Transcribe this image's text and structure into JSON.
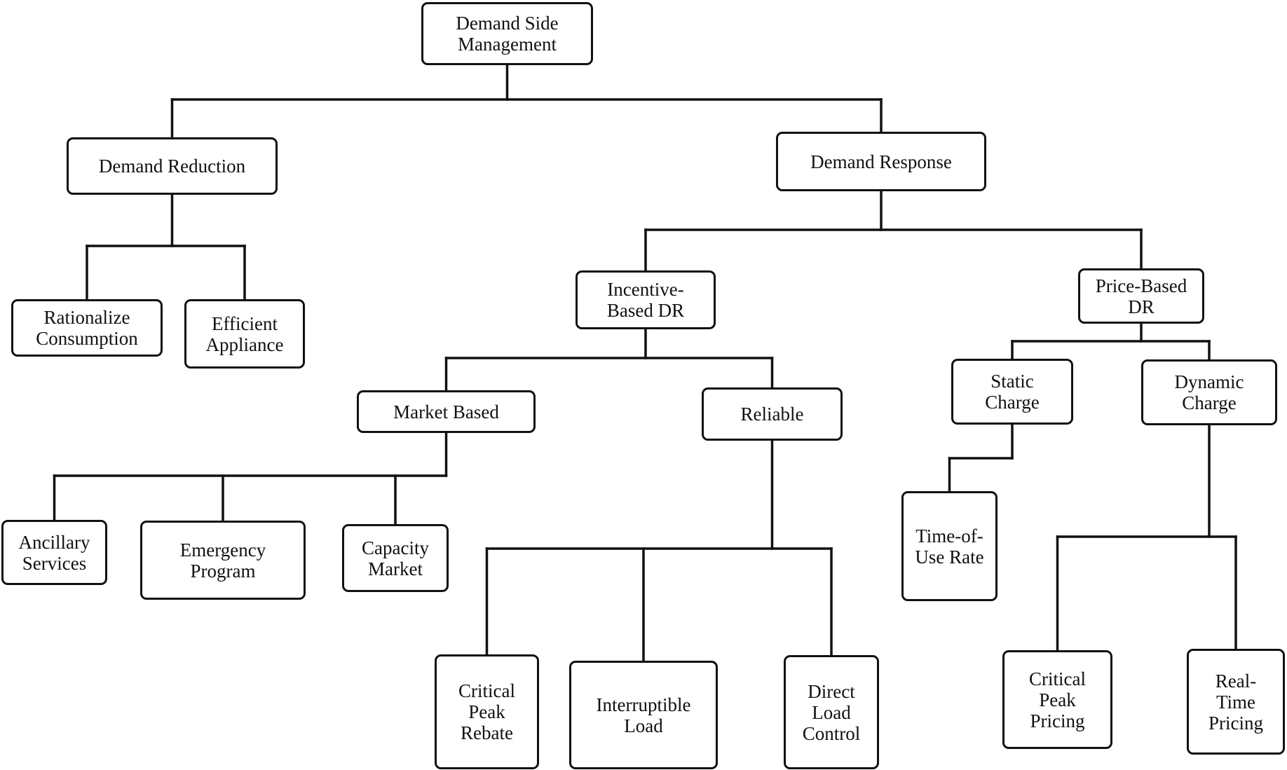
{
  "diagram": {
    "nodes": {
      "demand_side_management": "Demand Side\nManagement",
      "demand_reduction": "Demand Reduction",
      "demand_response": "Demand Response",
      "rationalize_consumption": "Rationalize\nConsumption",
      "efficient_appliance": "Efficient\nAppliance",
      "incentive_based_dr": "Incentive-\nBased DR",
      "price_based_dr": "Price-Based\nDR",
      "market_based": "Market Based",
      "reliable": "Reliable",
      "static_charge": "Static\nCharge",
      "dynamic_charge": "Dynamic\nCharge",
      "ancillary_services": "Ancillary\nServices",
      "emergency_program": "Emergency\nProgram",
      "capacity_market": "Capacity\nMarket",
      "time_of_use_rate": "Time-of-\nUse Rate",
      "critical_peak_rebate": "Critical\nPeak\nRebate",
      "interruptible_load": "Interruptible\nLoad",
      "direct_load_control": "Direct\nLoad\nControl",
      "critical_peak_pricing": "Critical\nPeak\nPricing",
      "real_time_pricing": "Real-\nTime\nPricing"
    },
    "edges": [
      [
        "demand_side_management",
        "demand_reduction"
      ],
      [
        "demand_side_management",
        "demand_response"
      ],
      [
        "demand_reduction",
        "rationalize_consumption"
      ],
      [
        "demand_reduction",
        "efficient_appliance"
      ],
      [
        "demand_response",
        "incentive_based_dr"
      ],
      [
        "demand_response",
        "price_based_dr"
      ],
      [
        "incentive_based_dr",
        "market_based"
      ],
      [
        "incentive_based_dr",
        "reliable"
      ],
      [
        "market_based",
        "ancillary_services"
      ],
      [
        "market_based",
        "emergency_program"
      ],
      [
        "market_based",
        "capacity_market"
      ],
      [
        "reliable",
        "critical_peak_rebate"
      ],
      [
        "reliable",
        "interruptible_load"
      ],
      [
        "reliable",
        "direct_load_control"
      ],
      [
        "price_based_dr",
        "static_charge"
      ],
      [
        "price_based_dr",
        "dynamic_charge"
      ],
      [
        "static_charge",
        "time_of_use_rate"
      ],
      [
        "dynamic_charge",
        "critical_peak_pricing"
      ],
      [
        "dynamic_charge",
        "real_time_pricing"
      ]
    ]
  }
}
